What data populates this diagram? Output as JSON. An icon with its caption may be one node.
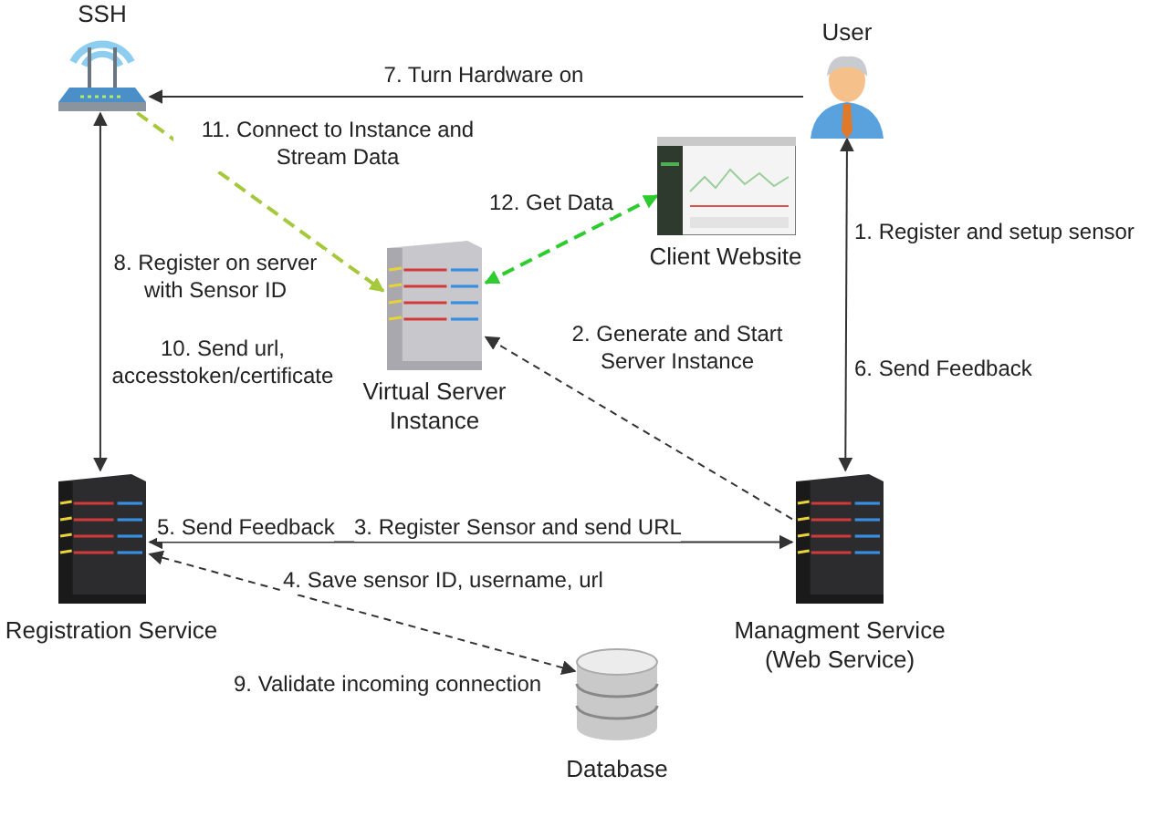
{
  "diagram": {
    "nodes": [
      {
        "text": [
          "SSH"
        ]
      },
      {
        "text": [
          "User"
        ]
      },
      {
        "text": [
          "Client Website"
        ]
      },
      {
        "text": [
          "Virtual Server Instance"
        ]
      },
      {
        "text": [
          "Registration Service"
        ]
      },
      {
        "text": [
          "Managment Service (Web Service)"
        ]
      },
      {
        "text": [
          "Database"
        ]
      }
    ],
    "edges": [
      {
        "from": 1,
        "to": 0,
        "arrow": "to",
        "label": "7. Turn Hardware on"
      },
      {
        "from": 0,
        "to": 3,
        "arrow": "to",
        "label": "11. Connect to Instance and Stream Data",
        "style": "dashed",
        "color": "#a6c83c"
      },
      {
        "from": 2,
        "to": 3,
        "arrow": "both",
        "label": "12. Get Data",
        "style": "dashed",
        "color": "#2ecc2e"
      },
      {
        "from": 4,
        "to": 0,
        "arrow": "both",
        "label": "8. Register on server with Sensor ID"
      },
      {
        "from": 5,
        "to": 3,
        "arrow": "to",
        "label": "2. Generate and Start Server Instance",
        "style": "dashed"
      },
      {
        "from": 5,
        "to": 1,
        "arrow": "both",
        "label": "1. Register and setup sensor"
      },
      {
        "from": 4,
        "to": 5,
        "arrow": "both",
        "label": "3. Register Sensor and send URL"
      },
      {
        "from": 4,
        "to": 6,
        "arrow": "both",
        "label": "4. Save sensor ID, username, url",
        "style": "dashed"
      }
    ],
    "labels": [
      "10. Send url, accesstoken/certificate",
      "6. Send Feedback",
      "5. Send Feedback",
      "9. Validate incoming connection"
    ]
  }
}
